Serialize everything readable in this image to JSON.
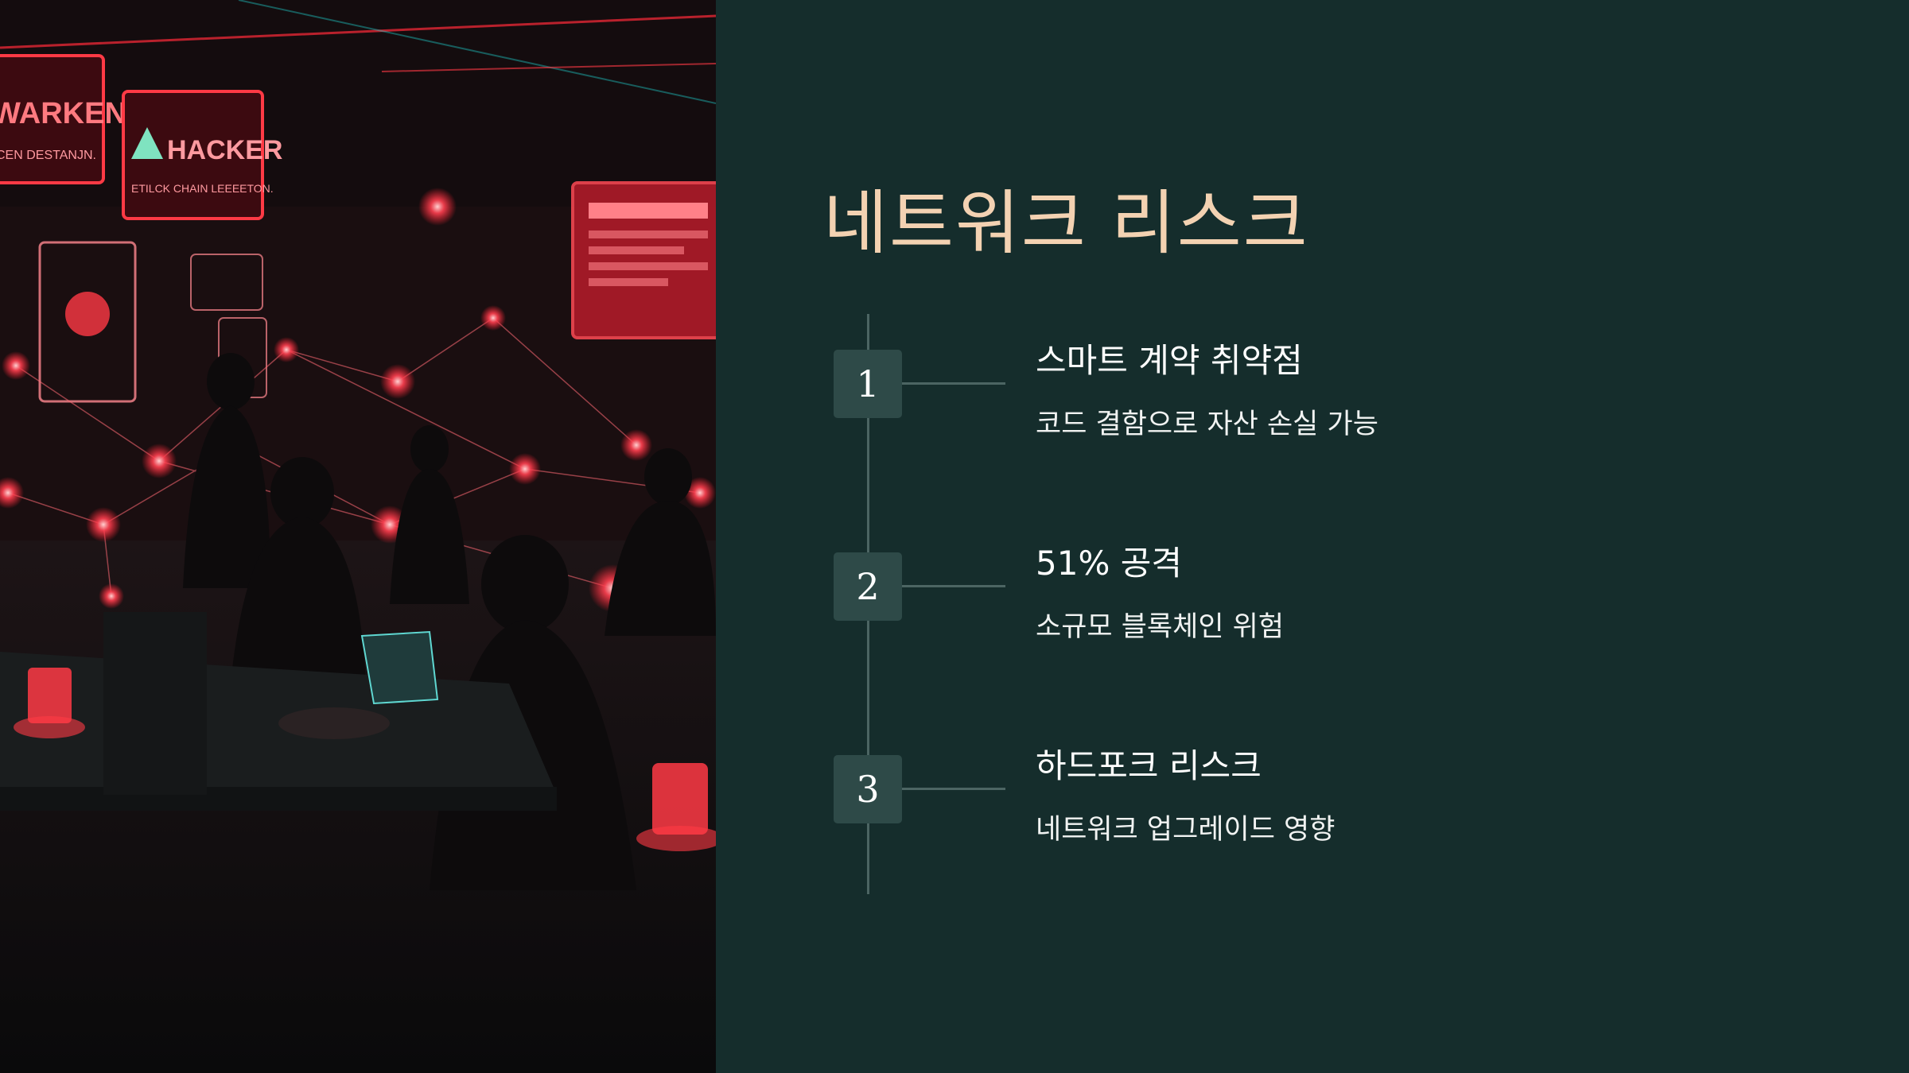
{
  "hero": {
    "icon": "hacker-network-illustration",
    "sign_left": "WARKEN",
    "sign_left_sub": "CEN DESTANJN.",
    "sign_right": "HACKER",
    "sign_right_sub": "ETILCK CHAIN LEEEETON."
  },
  "slide": {
    "title": "네트워크 리스크",
    "steps": [
      {
        "number": "1",
        "title": "스마트 계약 취약점",
        "description": "코드 결함으로 자산 손실 가능"
      },
      {
        "number": "2",
        "title": "51% 공격",
        "description": "소규모 블록체인 위험"
      },
      {
        "number": "3",
        "title": "하드포크 리스크",
        "description": "네트워크 업그레이드 영향"
      }
    ]
  },
  "colors": {
    "background": "#152d2c",
    "title": "#f3d2b2",
    "step_box": "#2e4a48",
    "line": "#4c6563",
    "accent_red": "#ff3a45"
  }
}
